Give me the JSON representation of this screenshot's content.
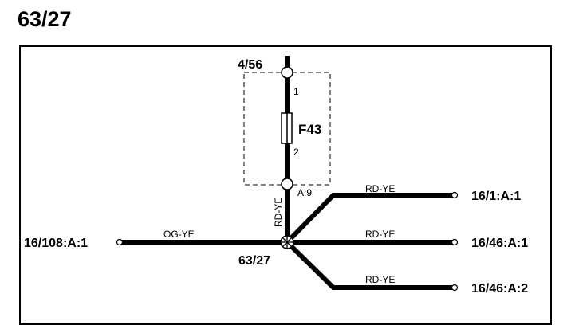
{
  "page_title": "63/27",
  "component": {
    "name": "F43",
    "pin_top": "1",
    "pin_bottom": "2"
  },
  "connectors": {
    "top_node": "4/56",
    "bottom_node": "A:9",
    "splice": "63/27",
    "left": "16/108:A:1",
    "right_1": "16/1:A:1",
    "right_2": "16/46:A:1",
    "right_3": "16/46:A:2"
  },
  "wires": {
    "left": "OG-YE",
    "vertical": "RD-YE",
    "right_1": "RD-YE",
    "right_2": "RD-YE",
    "right_3": "RD-YE"
  },
  "colors": {
    "line": "#000000",
    "background": "#ffffff"
  }
}
